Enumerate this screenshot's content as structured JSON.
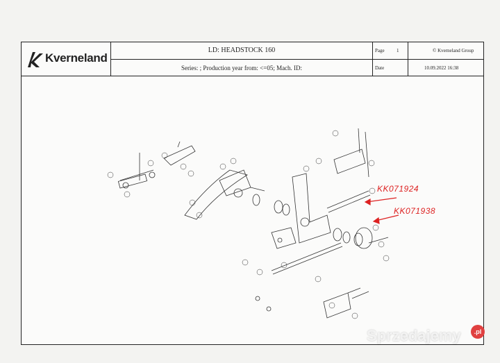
{
  "header": {
    "logo_text": "Kverneland",
    "title": "LD: HEADSTOCK 160",
    "series_line": "Series: ; Production year from: <=05; Mach. ID:",
    "page_label": "Page",
    "page_number": "1",
    "copyright": "© Kverneland Group",
    "date_label": "Date",
    "date_value": "10.09.2022  16:38"
  },
  "annotations": {
    "callout_1": "KK071924",
    "callout_2": "KK071938"
  },
  "watermark": {
    "text": "Sprzedajemy",
    "badge": ".pl"
  },
  "colors": {
    "annotation": "#dd2222",
    "line": "#333333"
  }
}
